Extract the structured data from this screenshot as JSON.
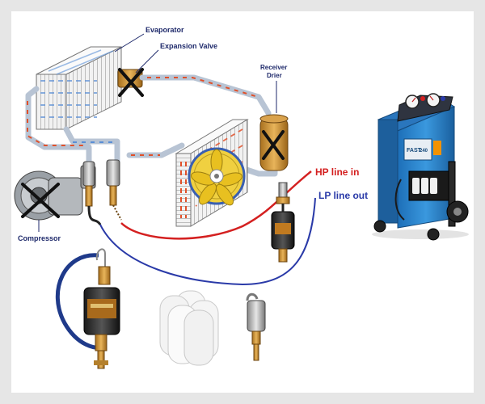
{
  "labels": {
    "evaporator": "Evaporator",
    "expansion_valve": "Expansion Valve",
    "receiver": "Receiver",
    "drier": "Drier",
    "compressor": "Compressor",
    "hp_line": "HP line in",
    "lp_line": "LP line out",
    "machine_brand": "FAST",
    "machine_model": "240"
  },
  "colors": {
    "background": "#e6e6e6",
    "canvas": "#ffffff",
    "label_text": "#1f2a6b",
    "hp_line": "#d42020",
    "lp_line": "#2a3aa8",
    "refrigerant_flow": "#e0502a",
    "machine_body": "#2f86cf",
    "machine_accent": "#f39200",
    "filter_white": "#f4f4f4"
  },
  "icons": [
    "x-mark-icon",
    "fan-icon",
    "gauge-icon",
    "arrow-icon"
  ]
}
